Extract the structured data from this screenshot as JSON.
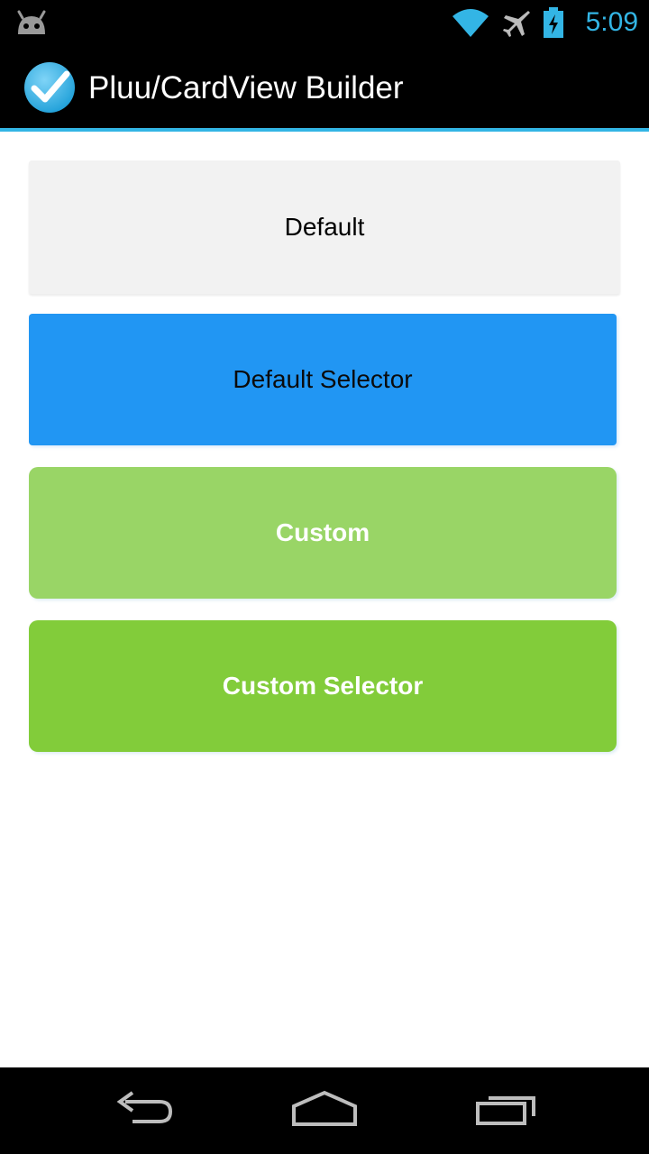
{
  "status_bar": {
    "time": "5:09",
    "icons": [
      "android-icon",
      "wifi-icon",
      "airplane-mode-icon",
      "battery-charging-icon"
    ],
    "accent_color": "#33b5e5"
  },
  "action_bar": {
    "app_icon": "checkmark-icon",
    "title": "Pluu/CardView Builder",
    "accent_color": "#33b5e5"
  },
  "cards": [
    {
      "label": "Default",
      "color": "#f2f2f2"
    },
    {
      "label": "Default Selector",
      "color": "#2196f3"
    },
    {
      "label": "Custom",
      "color": "#99d566"
    },
    {
      "label": "Custom Selector",
      "color": "#82cc3a"
    }
  ],
  "nav_bar": {
    "buttons": [
      "back-icon",
      "home-icon",
      "recents-icon"
    ]
  }
}
